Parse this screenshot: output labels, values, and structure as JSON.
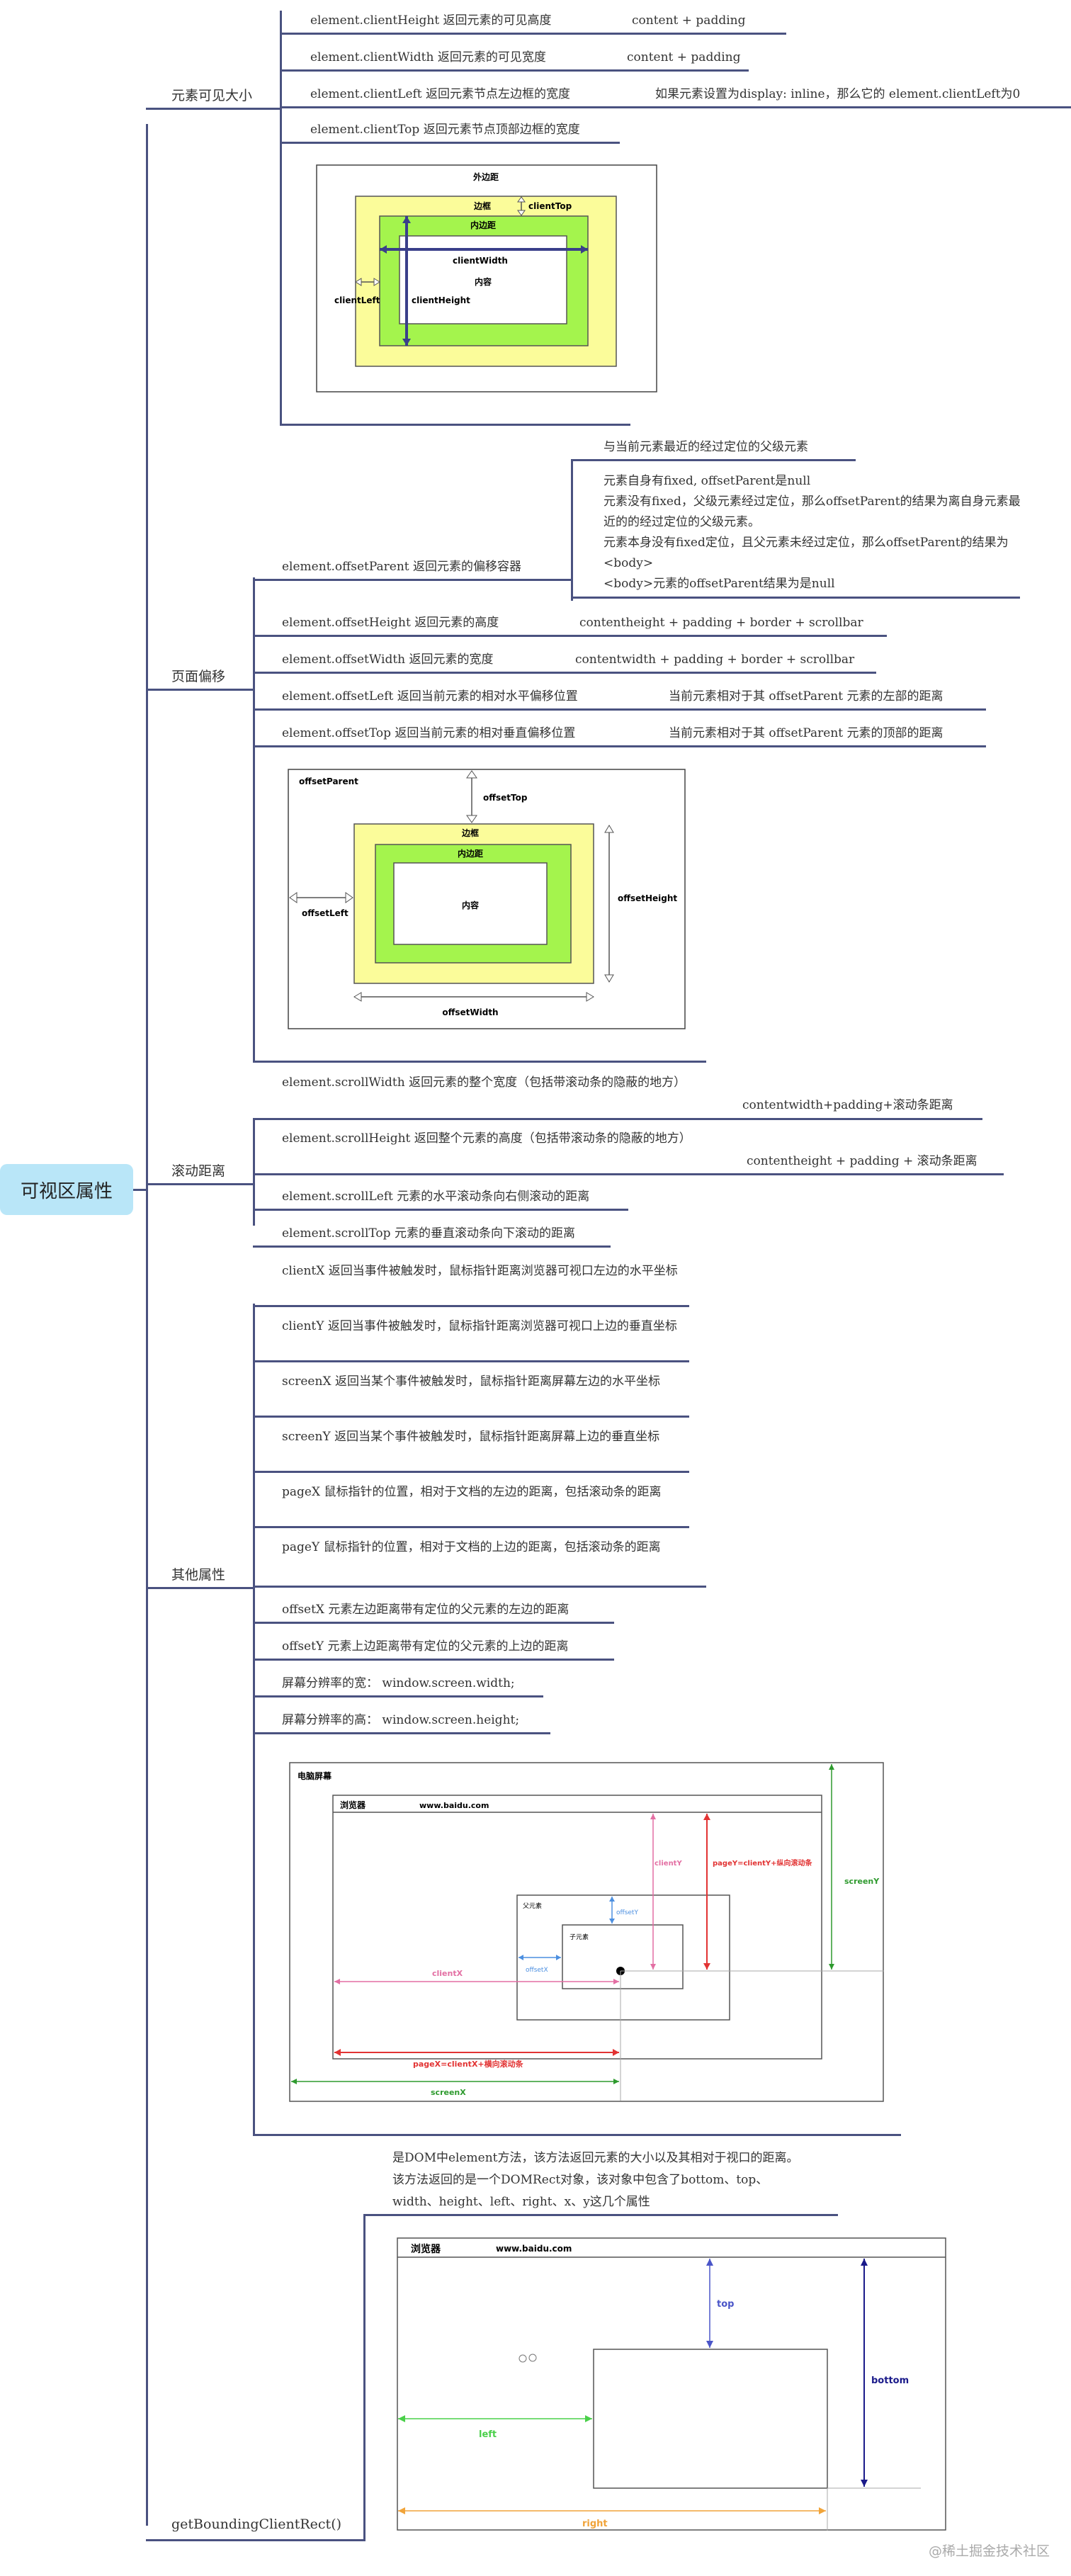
{
  "root": {
    "label": "可视区属性"
  },
  "branches": {
    "visible": "元素可见大小",
    "offset": "页面偏移",
    "scroll": "滚动距离",
    "other": "其他属性",
    "rect": "getBoundingClientRect()"
  },
  "client": [
    {
      "text": "element.clientHeight 返回元素的可见高度",
      "note": "content + padding"
    },
    {
      "text": "element.clientWidth 返回元素的可见宽度",
      "note": "content + padding"
    },
    {
      "text": "element.clientLeft 返回元素节点左边框的宽度",
      "note": "如果元素设置为display: inline，那么它的 element.clientLeft为0"
    },
    {
      "text": "element.clientTop 返回元素节点顶部边框的宽度",
      "note": ""
    }
  ],
  "client_fig": {
    "margin": "外边距",
    "border": "边框",
    "padding": "内边距",
    "content": "内容",
    "clientTop": "clientTop",
    "clientWidth": "clientWidth",
    "clientLeft": "clientLeft",
    "clientHeight": "clientHeight"
  },
  "offsetParent": {
    "text": "element.offsetParent 返回元素的偏移容器",
    "top_note": "与当前元素最近的经过定位的父级元素",
    "notes": [
      "元素自身有fixed, offsetParent是null",
      "元素没有fixed，父级元素经过定位，那么offsetParent的结果为离自身元素最近的的经过定位的父级元素。",
      "元素本身没有fixed定位，且父元素未经过定位，那么offsetParent的结果为<body>",
      "<body>元素的offsetParent结果为是null"
    ]
  },
  "offset": [
    {
      "text": "element.offsetHeight 返回元素的高度",
      "note": "contentheight + padding + border + scrollbar"
    },
    {
      "text": "element.offsetWidth 返回元素的宽度",
      "note": "contentwidth + padding + border + scrollbar"
    },
    {
      "text": "element.offsetLeft 返回当前元素的相对水平偏移位置",
      "note": "当前元素相对于其 offsetParent 元素的左部的距离"
    },
    {
      "text": "element.offsetTop 返回当前元素的相对垂直偏移位置",
      "note": "当前元素相对于其 offsetParent 元素的顶部的距离"
    }
  ],
  "offset_fig": {
    "offsetParent": "offsetParent",
    "border": "边框",
    "padding": "内边距",
    "content": "内容",
    "offsetTop": "offsetTop",
    "offsetLeft": "offsetLeft",
    "offsetHeight": "offsetHeight",
    "offsetWidth": "offsetWidth"
  },
  "scroll": [
    {
      "text": "element.scrollWidth 返回元素的整个宽度（包括带滚动条的隐蔽的地方）",
      "note": "contentwidth+padding+滚动条距离"
    },
    {
      "text": "element.scrollHeight 返回整个元素的高度（包括带滚动条的隐蔽的地方）",
      "note": "contentheight + padding + 滚动条距离"
    },
    {
      "text": "element.scrollLeft 元素的水平滚动条向右侧滚动的距离",
      "note": ""
    },
    {
      "text": "element.scrollTop 元素的垂直滚动条向下滚动的距离",
      "note": ""
    }
  ],
  "other": [
    "clientX 返回当事件被触发时，鼠标指针距离浏览器可视口左边的水平坐标",
    "clientY 返回当事件被触发时，鼠标指针距离浏览器可视口上边的垂直坐标",
    "screenX 返回当某个事件被触发时，鼠标指针距离屏幕左边的水平坐标",
    "screenY 返回当某个事件被触发时，鼠标指针距离屏幕上边的垂直坐标",
    "pageX 鼠标指针的位置，相对于文档的左边的距离，包括滚动条的距离",
    "pageY 鼠标指针的位置，相对于文档的上边的距离，包括滚动条的距离",
    "offsetX 元素左边距离带有定位的父元素的左边的距离",
    "offsetY 元素上边距离带有定位的父元素的上边的距离",
    "屏幕分辨率的宽： window.screen.width;",
    "屏幕分辨率的高： window.screen.height;"
  ],
  "screen_fig": {
    "screen": "电脑屏幕",
    "browser": "浏览器",
    "url": "www.baidu.com",
    "parent": "父元素",
    "child": "子元素",
    "clientY": "clientY",
    "pageY": "pageY=clientY+纵向滚动条",
    "screenY": "screenY",
    "offsetY": "offsetY",
    "offsetX": "offsetX",
    "clientX": "clientX",
    "pageX": "pageX=clientX+横向滚动条",
    "screenX": "screenX"
  },
  "rect": {
    "desc": "是DOM中element方法，该方法返回元素的大小以及其相对于视口的距离。该方法返回的是一个DOMRect对象，该对象中包含了bottom、top、width、height、left、right、x、y这几个属性"
  },
  "rect_fig": {
    "browser": "浏览器",
    "url": "www.baidu.com",
    "top": "top",
    "bottom": "bottom",
    "left": "left",
    "right": "right"
  },
  "watermark": "@稀土掘金技术社区",
  "colors": {
    "line": "#4a5280",
    "root_bg": "#b9e6f8",
    "yellow": "#fbfc9a",
    "green": "#a4f44d"
  }
}
